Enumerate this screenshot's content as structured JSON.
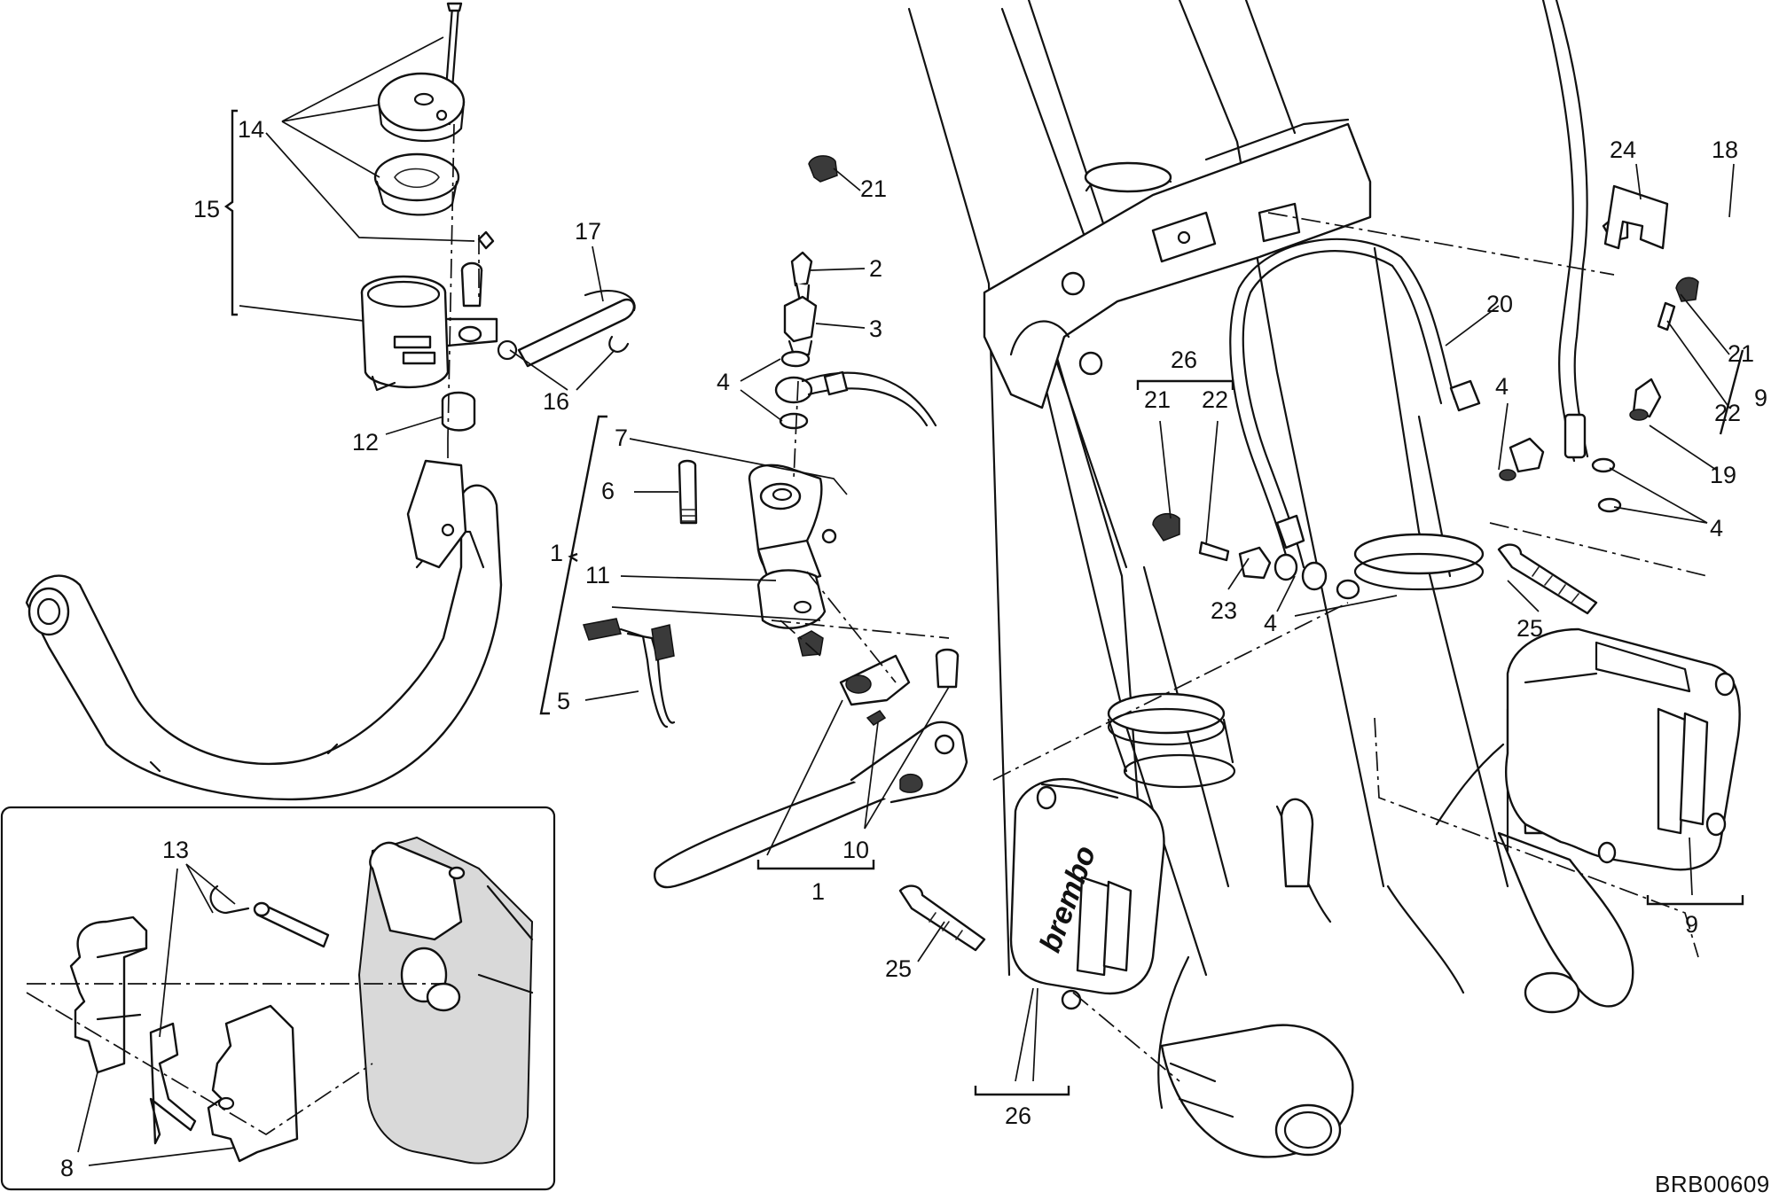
{
  "drawing_code": "BRB00609",
  "callouts": {
    "n1a": "1",
    "n1b": "1",
    "n2": "2",
    "n3": "3",
    "n4a": "4",
    "n4b": "4",
    "n4c": "4",
    "n4d": "4",
    "n5": "5",
    "n6": "6",
    "n7": "7",
    "n8": "8",
    "n9a": "9",
    "n9b": "9",
    "n10": "10",
    "n11": "11",
    "n12": "12",
    "n13": "13",
    "n14": "14",
    "n15": "15",
    "n16": "16",
    "n17": "17",
    "n18": "18",
    "n19": "19",
    "n20": "20",
    "n21a": "21",
    "n21b": "21",
    "n21c": "21",
    "n22a": "22",
    "n22b": "22",
    "n23": "23",
    "n24": "24",
    "n25a": "25",
    "n25b": "25",
    "n26a": "26",
    "n26b": "26"
  },
  "caliper_logo": "brembo"
}
